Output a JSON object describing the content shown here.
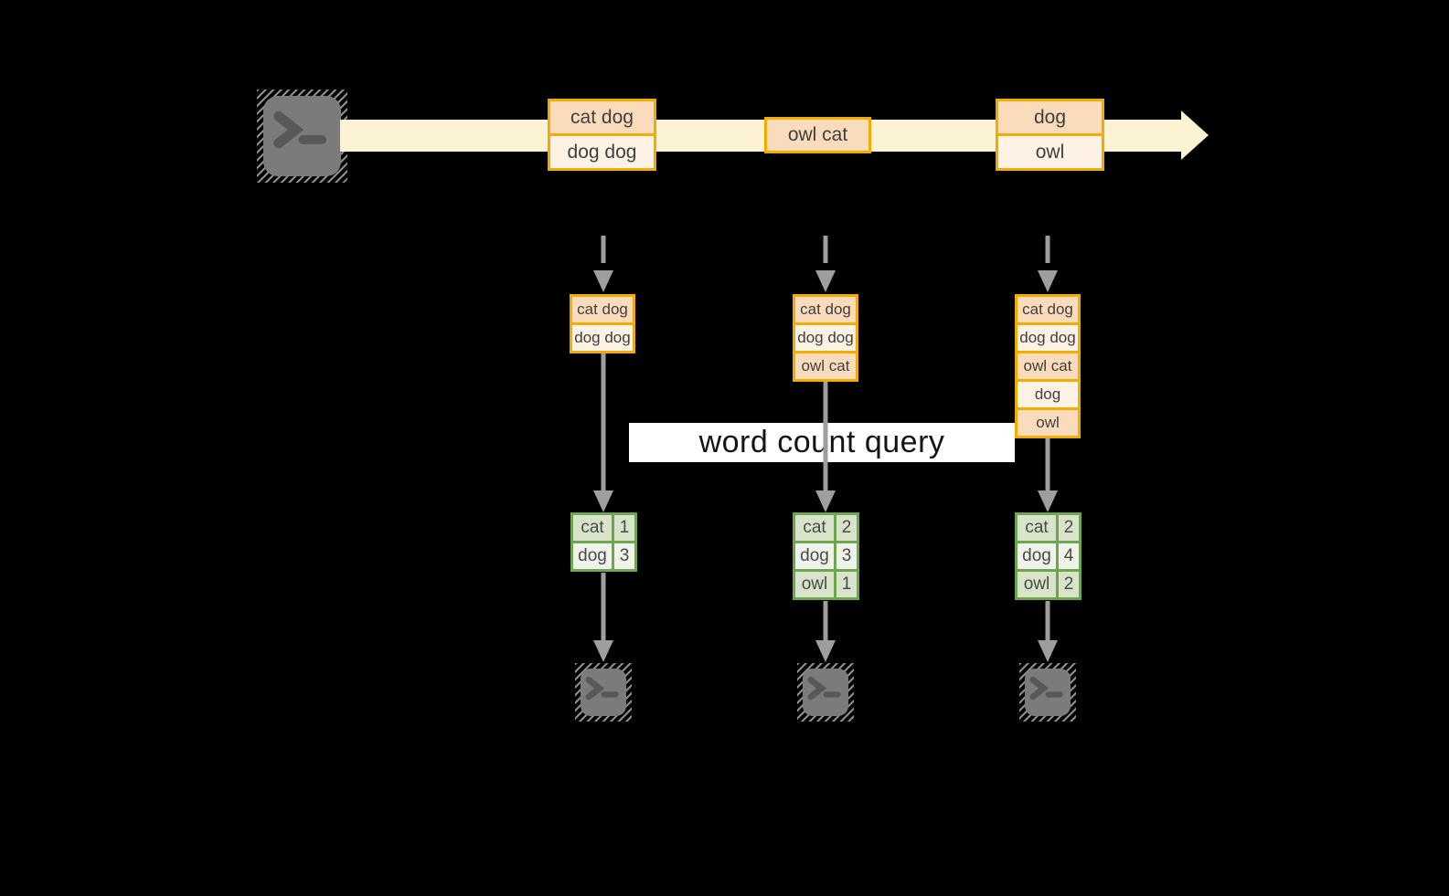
{
  "query_label": "word count query",
  "colors": {
    "amber": "#F0AD00",
    "peach": "#FADCBD",
    "cream": "#FDF2E3",
    "stream": "#FCF3D4",
    "green": "#6FA550",
    "green-dark": "#D7E4C9",
    "green-light": "#EFF3EA",
    "arrow-gray": "#9E9E9E",
    "terminal-gray": "#7B7B7B",
    "terminal-glyph": "#585858",
    "text-dark": "#3F3F3F",
    "table-text": "#4A4A4A",
    "banner-bg": "#FFFFFF",
    "banner-text": "#141414"
  },
  "stream": {
    "source_icon": "terminal-icon",
    "messages": [
      {
        "rows": [
          "cat dog",
          "dog dog"
        ]
      },
      {
        "rows": [
          "owl cat"
        ]
      },
      {
        "rows": [
          "dog",
          "owl"
        ]
      }
    ]
  },
  "columns": [
    {
      "batch": [
        "cat dog",
        "dog dog"
      ],
      "counts": [
        {
          "word": "cat",
          "count": "1"
        },
        {
          "word": "dog",
          "count": "3"
        }
      ],
      "sink_icon": "terminal-icon"
    },
    {
      "batch": [
        "cat dog",
        "dog dog",
        "owl cat"
      ],
      "counts": [
        {
          "word": "cat",
          "count": "2"
        },
        {
          "word": "dog",
          "count": "3"
        },
        {
          "word": "owl",
          "count": "1"
        }
      ],
      "sink_icon": "terminal-icon"
    },
    {
      "batch": [
        "cat dog",
        "dog dog",
        "owl cat",
        "dog",
        "owl"
      ],
      "counts": [
        {
          "word": "cat",
          "count": "2"
        },
        {
          "word": "dog",
          "count": "4"
        },
        {
          "word": "owl",
          "count": "2"
        }
      ],
      "sink_icon": "terminal-icon"
    }
  ]
}
